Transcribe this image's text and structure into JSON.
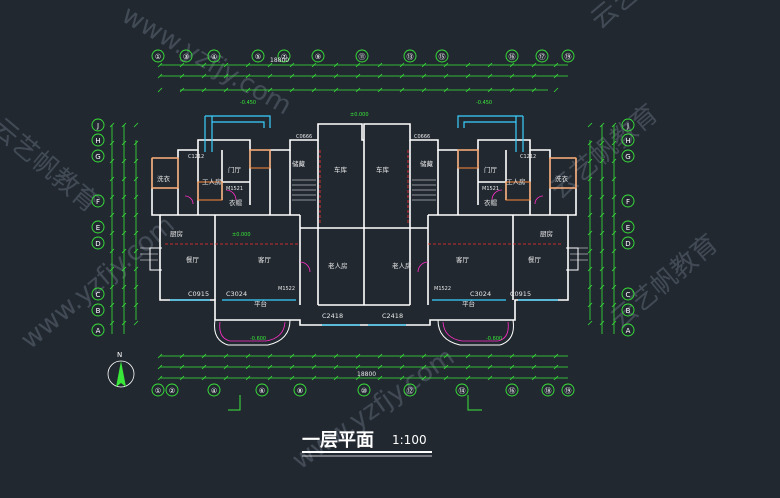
{
  "title": "一层平面",
  "scale": "1:100",
  "watermarks": [
    "云艺帆教育",
    "www.yzfjy.com"
  ],
  "colors": {
    "bg": "#212830",
    "wall": "#ffffff",
    "axis": "#39e639",
    "text": "#e8e8e8",
    "window": "#3ad0ff",
    "orange": "#ff8a3a",
    "red": "#ff3030",
    "magenta": "#ff2fc8",
    "watermark": "#6a7482"
  },
  "axes_top": [
    "①",
    "③",
    "④",
    "⑤",
    "⑦",
    "⑨",
    "⑪",
    "⑬",
    "⑮",
    "⑯",
    "⑰",
    "⑲"
  ],
  "axes_bottom": [
    "①",
    "②",
    "④",
    "⑥",
    "⑧",
    "⑩",
    "⑫",
    "⑭",
    "⑯",
    "⑱",
    "⑲"
  ],
  "axes_left": [
    "J",
    "H",
    "G",
    "F",
    "E",
    "D",
    "C",
    "B",
    "A"
  ],
  "axes_right": [
    "J",
    "H",
    "G",
    "F",
    "E",
    "D",
    "C",
    "B",
    "A"
  ],
  "top_total": "18800",
  "bottom_total": "18800",
  "rooms": [
    {
      "key": "garage_l",
      "label": "车库"
    },
    {
      "key": "garage_r",
      "label": "车库"
    },
    {
      "key": "store_l",
      "label": "储藏"
    },
    {
      "key": "store_r",
      "label": "储藏"
    },
    {
      "key": "servant_l",
      "label": "工人房"
    },
    {
      "key": "servant_r",
      "label": "工人房"
    },
    {
      "key": "hall_l",
      "label": "门厅"
    },
    {
      "key": "hall_r",
      "label": "门厅"
    },
    {
      "key": "wash_l",
      "label": "洗衣"
    },
    {
      "key": "wash_r",
      "label": "洗衣"
    },
    {
      "key": "cloak_l",
      "label": "衣帽"
    },
    {
      "key": "cloak_r",
      "label": "衣帽"
    },
    {
      "key": "kitchen_l",
      "label": "厨房"
    },
    {
      "key": "kitchen_r",
      "label": "厨房"
    },
    {
      "key": "dining_l",
      "label": "餐厅"
    },
    {
      "key": "dining_r",
      "label": "餐厅"
    },
    {
      "key": "living_l",
      "label": "客厅"
    },
    {
      "key": "living_r",
      "label": "客厅"
    },
    {
      "key": "elder_l",
      "label": "老人房"
    },
    {
      "key": "elder_r",
      "label": "老人房"
    },
    {
      "key": "terrace_l",
      "label": "平台"
    },
    {
      "key": "terrace_r",
      "label": "平台"
    }
  ],
  "labels": {
    "c3024_l": "C3024",
    "c3024_r": "C3024",
    "c0915_l": "C0915",
    "c0915_r": "C0915",
    "c2418_l": "C2418",
    "c2418_r": "C2418",
    "c0666_l": "C0666",
    "c0666_r": "C0666",
    "c1212_l": "C1212",
    "c1212_r": "C1212",
    "m1521_l": "M1521",
    "m1521_r": "M1521",
    "m1522": "M1522",
    "m1522b": "M1522",
    "north": "N",
    "lvl_1": "-0.450",
    "lvl_2": "-0.450",
    "lvl_3": "±0.000",
    "lvl_4": "±0.000",
    "lvl_5": "-0.600",
    "lvl_6": "-0.600"
  }
}
